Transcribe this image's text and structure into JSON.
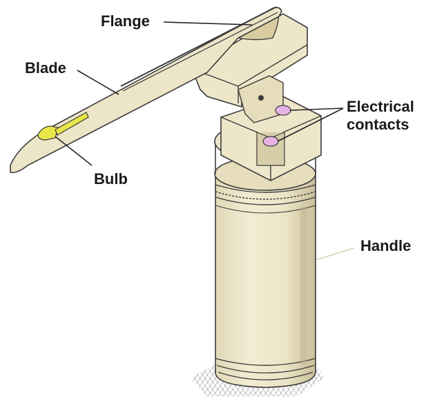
{
  "labels": {
    "flange": "Flange",
    "blade": "Blade",
    "bulb": "Bulb",
    "electrical_contacts_line1": "Electrical",
    "electrical_contacts_line2": "contacts",
    "handle": "Handle"
  },
  "colors": {
    "body": "#eee6c9",
    "body_shadow": "#cfc6a4",
    "outline": "#3a3a3a",
    "bulb": "#e9e64a",
    "contact": "#e7b3e4",
    "leader": "#222222",
    "handle_leader": "#d8cfb0"
  }
}
